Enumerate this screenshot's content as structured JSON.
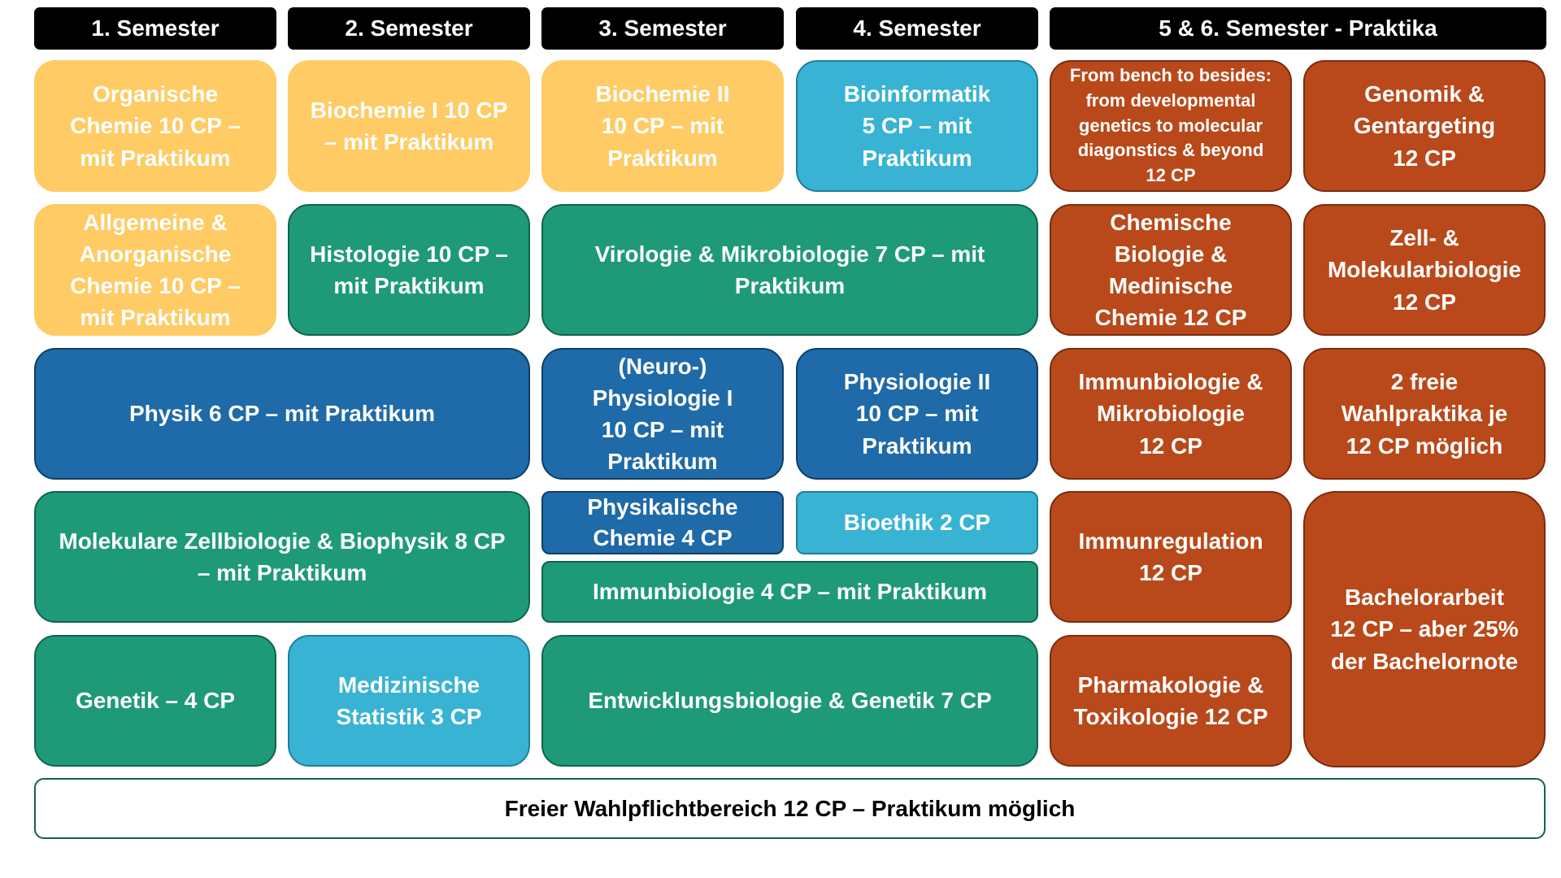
{
  "headers": [
    "1. Semester",
    "2. Semester",
    "3. Semester",
    "4. Semester",
    "5 & 6. Semester - Praktika"
  ],
  "modules": {
    "organische_chemie": "Organische\nChemie 10 CP –\nmit Praktikum",
    "biochemie_1": "Biochemie I 10 CP\n– mit Praktikum",
    "biochemie_2": "Biochemie II\n10 CP – mit\nPraktikum",
    "bioinformatik": "Bioinformatik\n5 CP – mit\nPraktikum",
    "bench_to_besides": "From bench to besides:\nfrom developmental\ngenetics to molecular\ndiagonstics & beyond\n12 CP",
    "genomik": "Genomik &\nGentargeting\n12 CP",
    "allgemeine_chemie": "Allgemeine &\nAnorganische\nChemie 10 CP –\nmit Praktikum",
    "histologie": "Histologie 10 CP –\nmit Praktikum",
    "virologie": "Virologie & Mikrobiologie 7 CP – mit\nPraktikum",
    "chemische_biologie": "Chemische\nBiologie &\nMedinische\nChemie 12 CP",
    "zell_molekularbiologie": "Zell- &\nMolekularbiologie\n12 CP",
    "physik": "Physik 6 CP – mit Praktikum",
    "neurophysiologie": "(Neuro-)\nPhysiologie I\n10 CP – mit\nPraktikum",
    "physiologie_2": "Physiologie II\n10 CP – mit\nPraktikum",
    "immunbiologie_mikro": "Immunbiologie &\nMikrobiologie\n12 CP",
    "wahlpraktika": "2 freie\nWahlpraktika je\n12 CP möglich",
    "molekulare_zellbiologie": "Molekulare Zellbiologie & Biophysik 8 CP\n– mit Praktikum",
    "physikalische_chemie": "Physikalische\nChemie 4 CP",
    "bioethik": "Bioethik 2 CP",
    "immunregulation": "Immunregulation\n12 CP",
    "bachelorarbeit": "Bachelorarbeit\n12 CP – aber 25%\nder Bachelornote",
    "immunbiologie_4": "Immunbiologie 4 CP – mit Praktikum",
    "genetik": "Genetik – 4 CP",
    "medizinische_statistik": "Medizinische\nStatistik 3 CP",
    "entwicklungsbiologie": "Entwicklungsbiologie & Genetik 7 CP",
    "pharmakologie": "Pharmakologie &\nToxikologie 12 CP",
    "wahlpflicht": "Freier Wahlpflichtbereich 12 CP – Praktikum möglich"
  },
  "colors": {
    "chemistry": "#ffcb64",
    "biology": "#1e9a78",
    "physics_physiology": "#1f6aa8",
    "informatics_stats": "#38b3d4",
    "praktika": "#b9491a",
    "header": "#000000"
  }
}
